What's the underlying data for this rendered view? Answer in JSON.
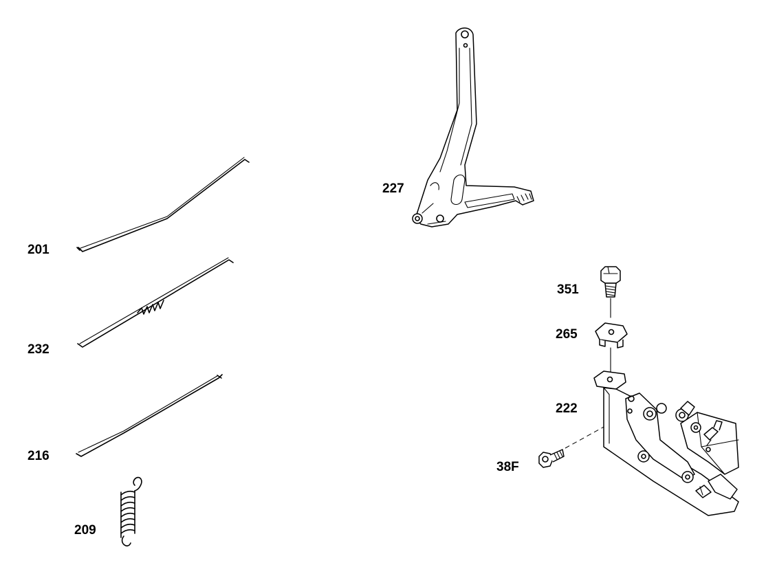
{
  "labels": {
    "l201": "201",
    "l232": "232",
    "l216": "216",
    "l209": "209",
    "l227": "227",
    "l351": "351",
    "l265": "265",
    "l222": "222",
    "l38f": "38F"
  },
  "colors": {
    "ink": "#000000",
    "paper": "#ffffff"
  }
}
